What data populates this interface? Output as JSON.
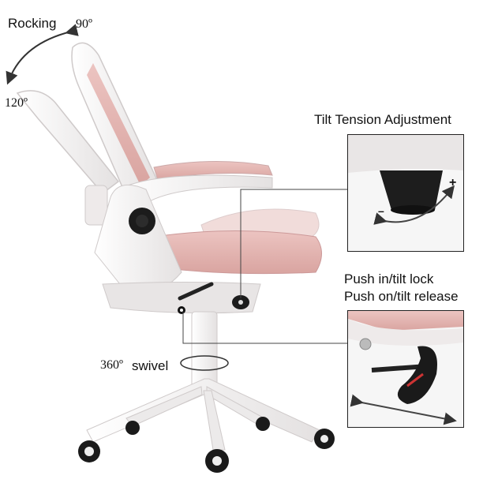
{
  "annotations": {
    "rocking": "Rocking",
    "angle_upright": "90º",
    "angle_recline": "120º",
    "tilt_tension": "Tilt Tension Adjustment",
    "push_in": "Push in/tilt lock",
    "push_on": "Push on/tilt release",
    "swivel_angle": "360º",
    "swivel_word": "swivel",
    "plus": "+",
    "minus": "–"
  },
  "colors": {
    "frame": "#f2f0f0",
    "frame_shadow": "#d9d6d6",
    "mesh": "#e7b9b6",
    "mesh_dark": "#d79f9c",
    "knob": "#1c1c1c",
    "arrow": "#333333"
  },
  "icons": [
    "rocking-arc-arrow",
    "tension-rotate-arrow",
    "tilt-push-pull-arrow",
    "swivel-ring-arrow"
  ]
}
